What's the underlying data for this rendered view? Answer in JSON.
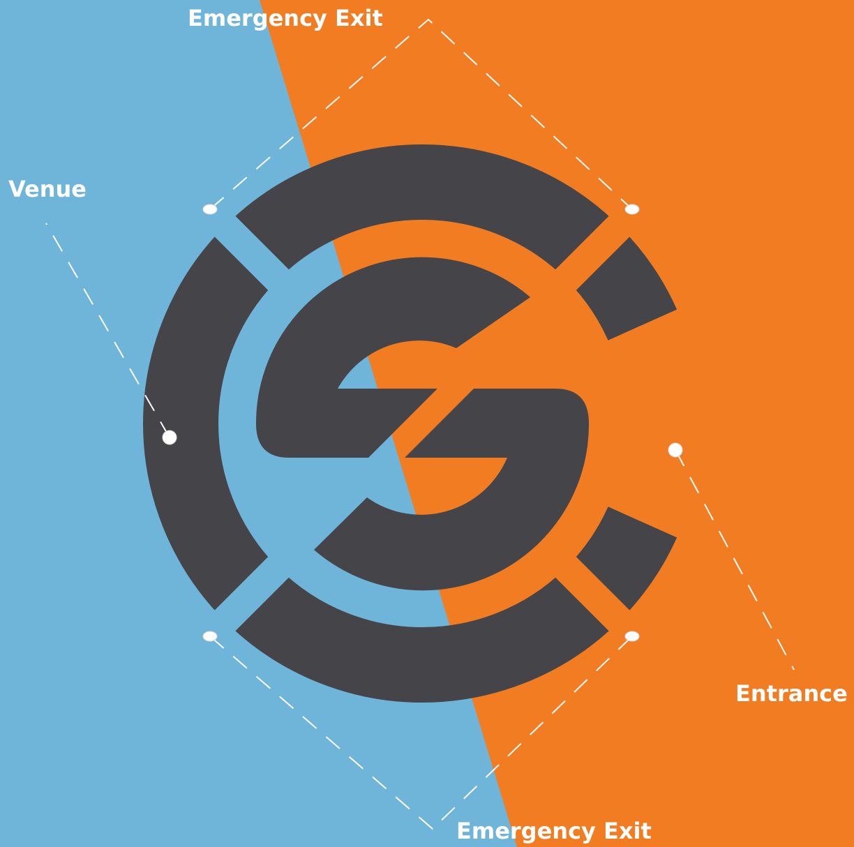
{
  "colors": {
    "left_background": "#6fb4d9",
    "right_background": "#f27c22",
    "logo": "#454449",
    "callout": "#ffffff"
  },
  "labels": {
    "emergency_exit_top": "Emergency Exit",
    "venue": "Venue",
    "entrance": "Entrance",
    "emergency_exit_bottom": "Emergency Exit"
  },
  "icons": {
    "logo": "cs-monogram-icon"
  }
}
